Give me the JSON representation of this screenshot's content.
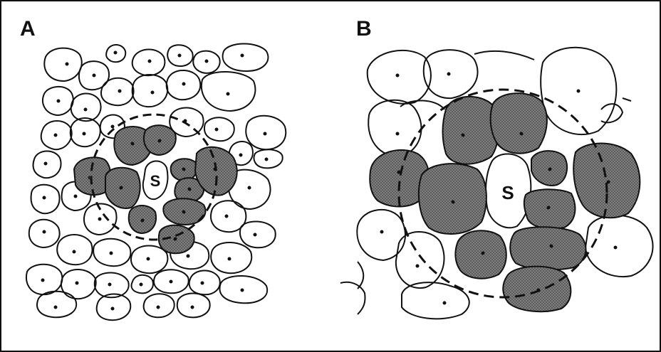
{
  "figure": {
    "panels": [
      {
        "label": "A",
        "center_cell_label": "S"
      },
      {
        "label": "B",
        "center_cell_label": "S"
      }
    ]
  },
  "colors": {
    "outline": "#111111",
    "shaded_fill": "#6f6f6f",
    "background": "#ffffff"
  }
}
